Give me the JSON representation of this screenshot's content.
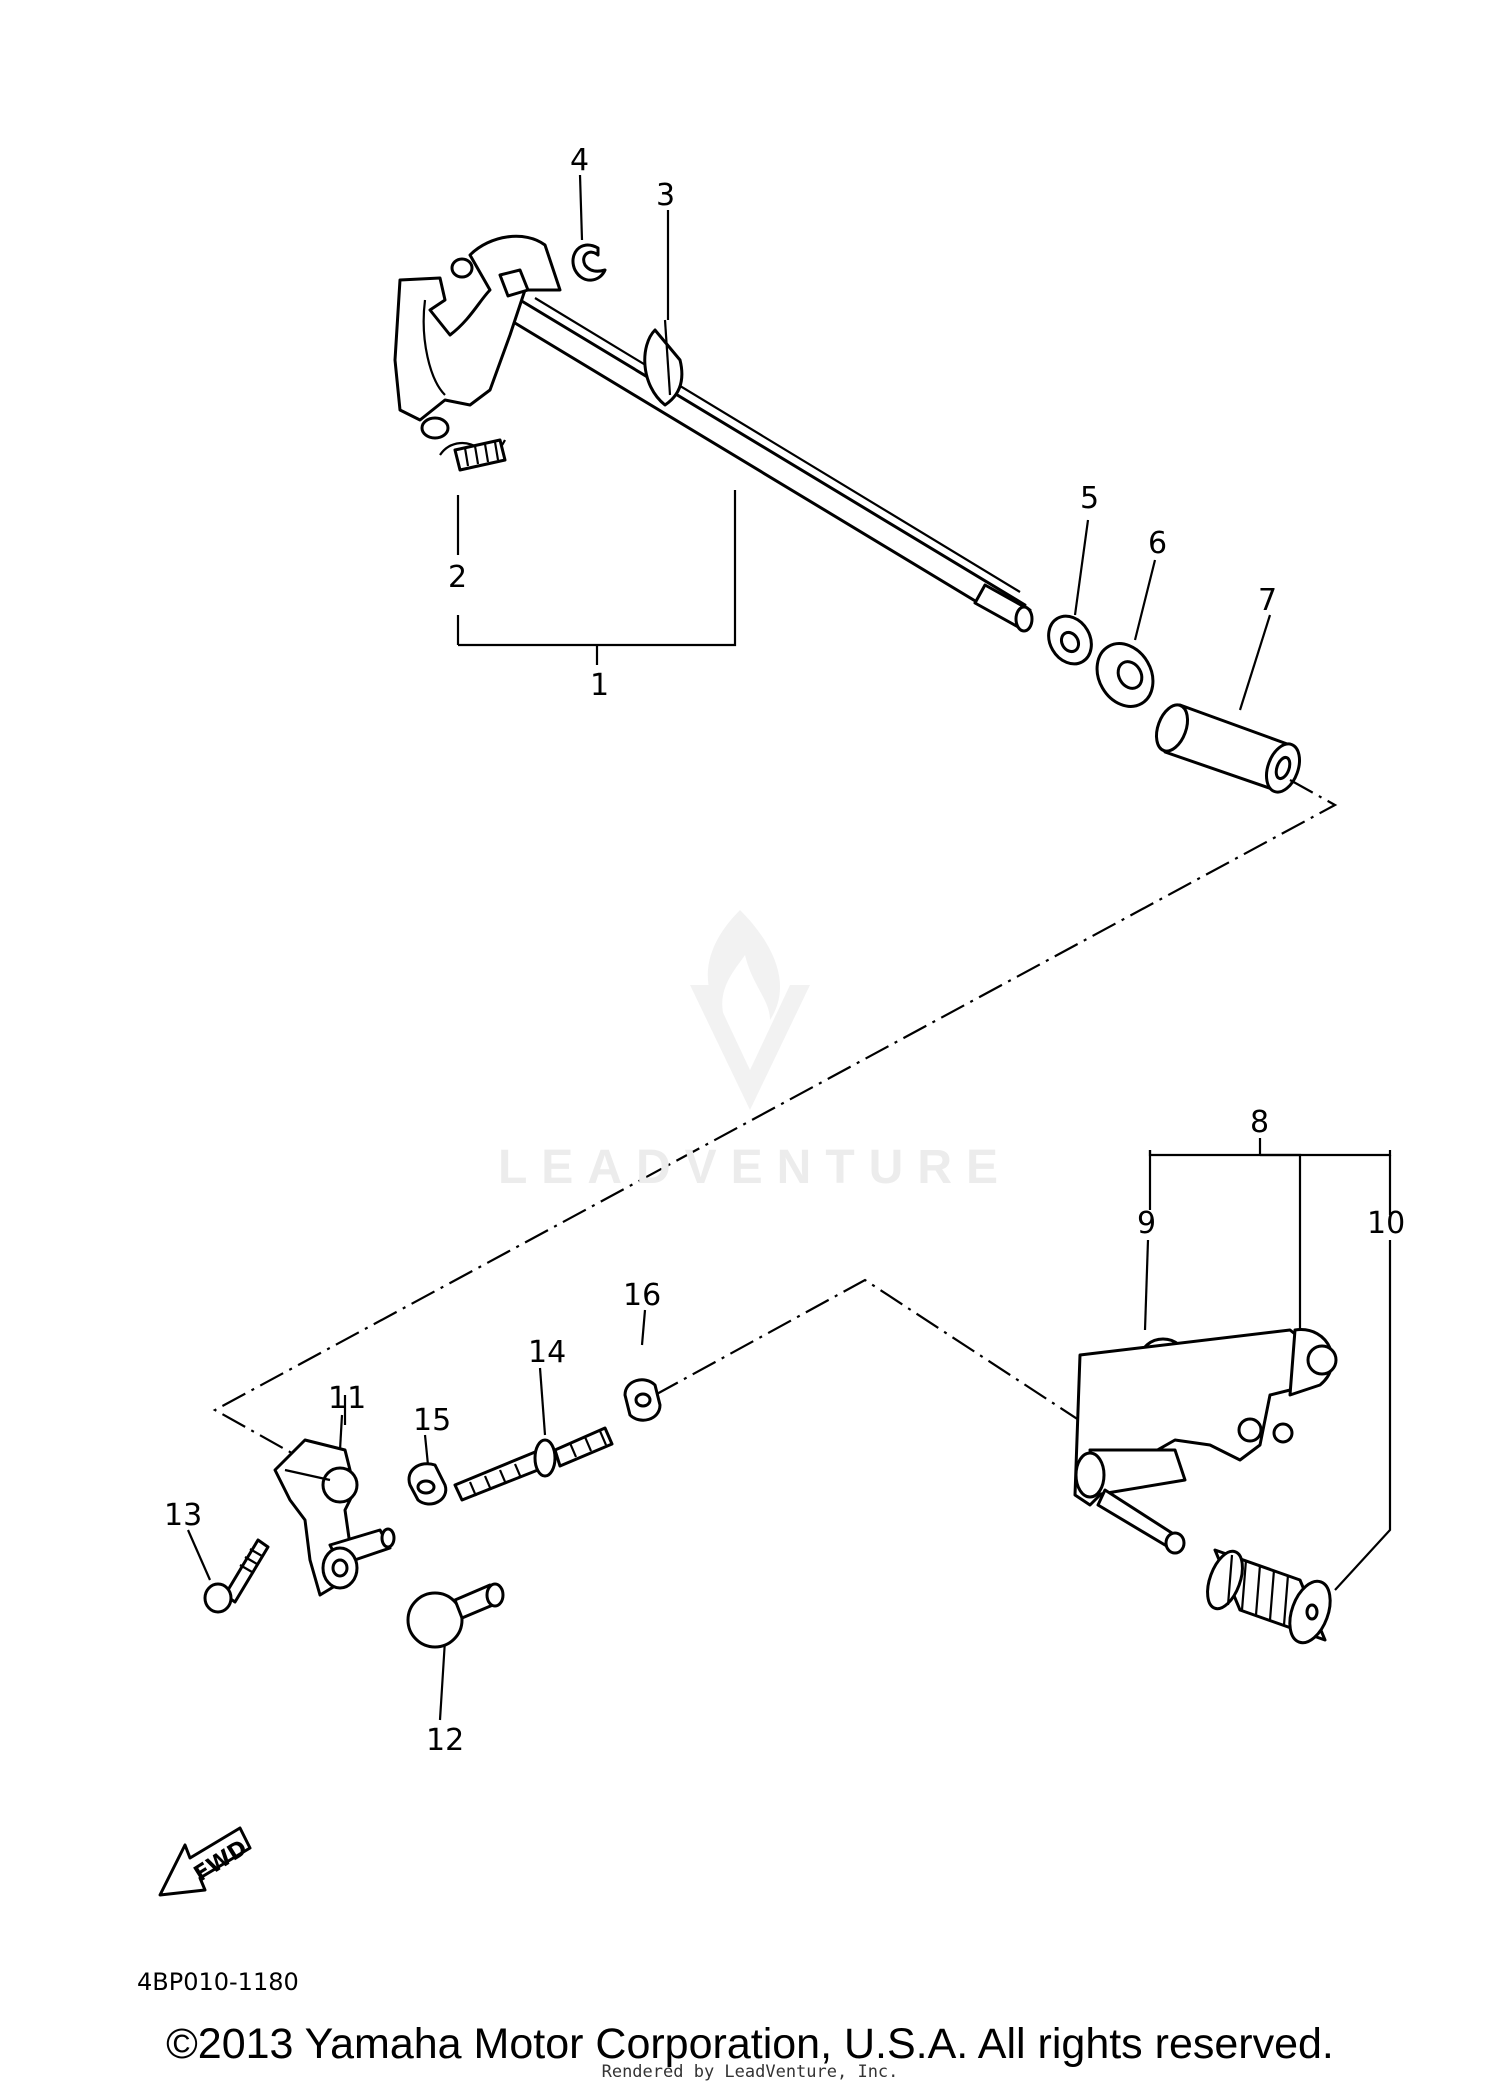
{
  "diagram": {
    "callouts": [
      "1",
      "2",
      "3",
      "4",
      "5",
      "6",
      "7",
      "8",
      "9",
      "10",
      "11",
      "12",
      "13",
      "14",
      "15",
      "16"
    ],
    "fwd_label": "FWD",
    "drawing_code": "4BP010-1180"
  },
  "watermark": {
    "text": "LEADVENTURE"
  },
  "footer": {
    "copyright": "©2013 Yamaha Motor Corporation, U.S.A. All rights reserved.",
    "rendered_by": "Rendered by LeadVenture, Inc."
  }
}
